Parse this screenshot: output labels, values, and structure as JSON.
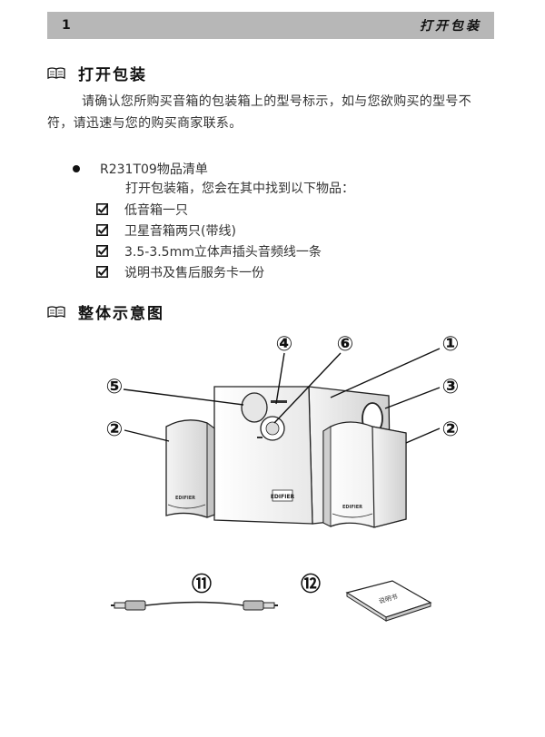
{
  "header": {
    "page_number": "1",
    "title": "打开包装"
  },
  "section1": {
    "title": "打开包装",
    "paragraph": "请确认您所购买音箱的包装箱上的型号标示，如与您欲购买的型号不符，请迅速与您的购买商家联系。"
  },
  "packing_list": {
    "title": "R231T09物品清单",
    "intro": "打开包装箱，您会在其中找到以下物品：",
    "items": [
      "低音箱一只",
      "卫星音箱两只(带线)",
      "3.5-3.5mm立体声插头音频线一条",
      "说明书及售后服务卡一份"
    ]
  },
  "section2": {
    "title": "整体示意图"
  },
  "diagram": {
    "callouts": [
      "①",
      "②",
      "②",
      "③",
      "④",
      "⑤",
      "⑥",
      "⑪",
      "⑫"
    ],
    "speaker_brand": "EDIFIER",
    "manual_text": "说明书"
  },
  "icons": {
    "section": "open-book-icon",
    "bullet": "bullet-dot-icon",
    "check": "checked-box-icon"
  }
}
